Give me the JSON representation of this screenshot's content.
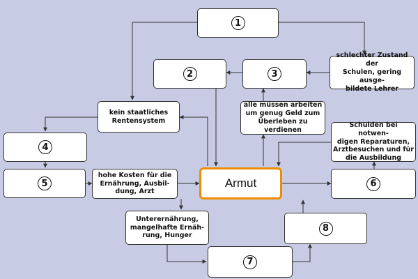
{
  "diagram": {
    "center": "Armut",
    "num1": "1",
    "num2": "2",
    "num3": "3",
    "num4": "4",
    "num5": "5",
    "num6": "6",
    "num7": "7",
    "num8": "8",
    "schools": "schlechter Zustand der\nSchulen, gering ausge-\nbildete Lehrer",
    "pension": "kein staatliches\nRentensystem",
    "money": "alle müssen arbeiten\num genug Geld zum\nÜberleben zu verdienen",
    "debts": "Schulden bei notwen-\ndigen Reparaturen,\nArztbesuchen und für\ndie Ausbildung",
    "costs": "hohe Kosten für die\nErnährung, Ausbil-\ndung, Arzt",
    "malnutrition": "Unterernährung,\nmangelhafte Ernäh-\nrung, Hunger"
  },
  "colors": {
    "background": "#c7cbe4",
    "center_border": "#f08c00",
    "line": "#333333"
  }
}
